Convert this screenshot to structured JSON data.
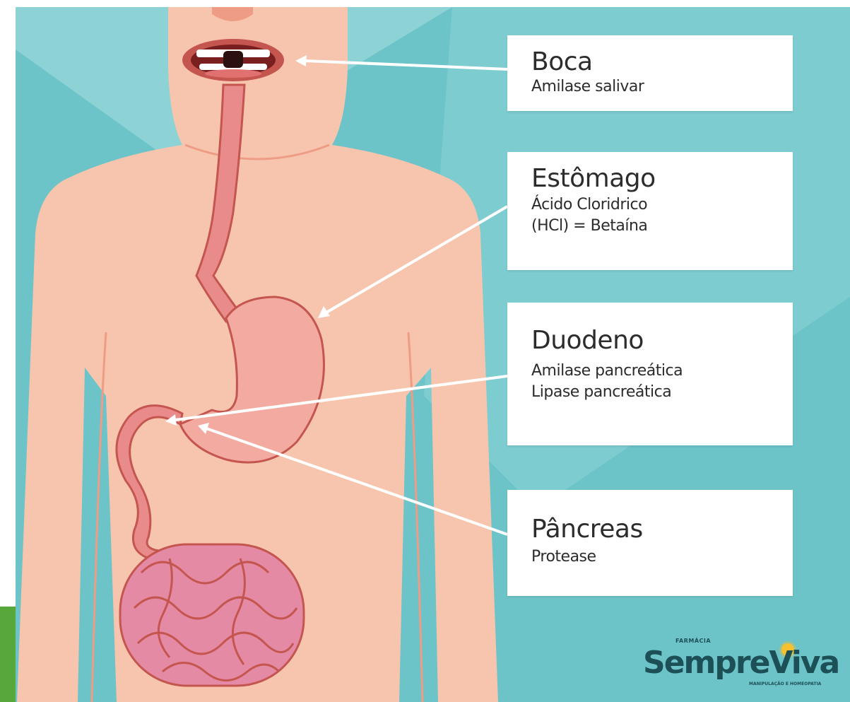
{
  "labels": {
    "boca": {
      "title": "Boca",
      "lines": [
        "Amilase salivar"
      ]
    },
    "estomago": {
      "title": "Estômago",
      "lines": [
        "Ácido Cloridrico",
        "(HCl) = Betaína"
      ]
    },
    "duodeno": {
      "title": "Duodeno",
      "lines": [
        "Amilase pancreática",
        "Lipase pancreática"
      ]
    },
    "pancreas": {
      "title": "Pâncreas",
      "lines": [
        "Protease"
      ]
    }
  },
  "logo": {
    "top_text": "FARMÁCIA",
    "main_text": "SempreViva",
    "sub_text": "MANIPULAÇÃO E HOMEOPATIA"
  },
  "colors": {
    "background": "#6cc4c9",
    "background_light": "#8dd3d6",
    "skin": "#f7c5ad",
    "skin_shadow": "#ef9c86",
    "organ": "#ea8b8b",
    "organ_light": "#f3aaa0",
    "intestine": "#e58aa5",
    "outline": "#c4554f",
    "arrow": "#ffffff",
    "label_box": "#ffffff",
    "green_strip": "#57a83a",
    "logo": "#1d4f57",
    "logo_sun": "#f6c12e"
  }
}
